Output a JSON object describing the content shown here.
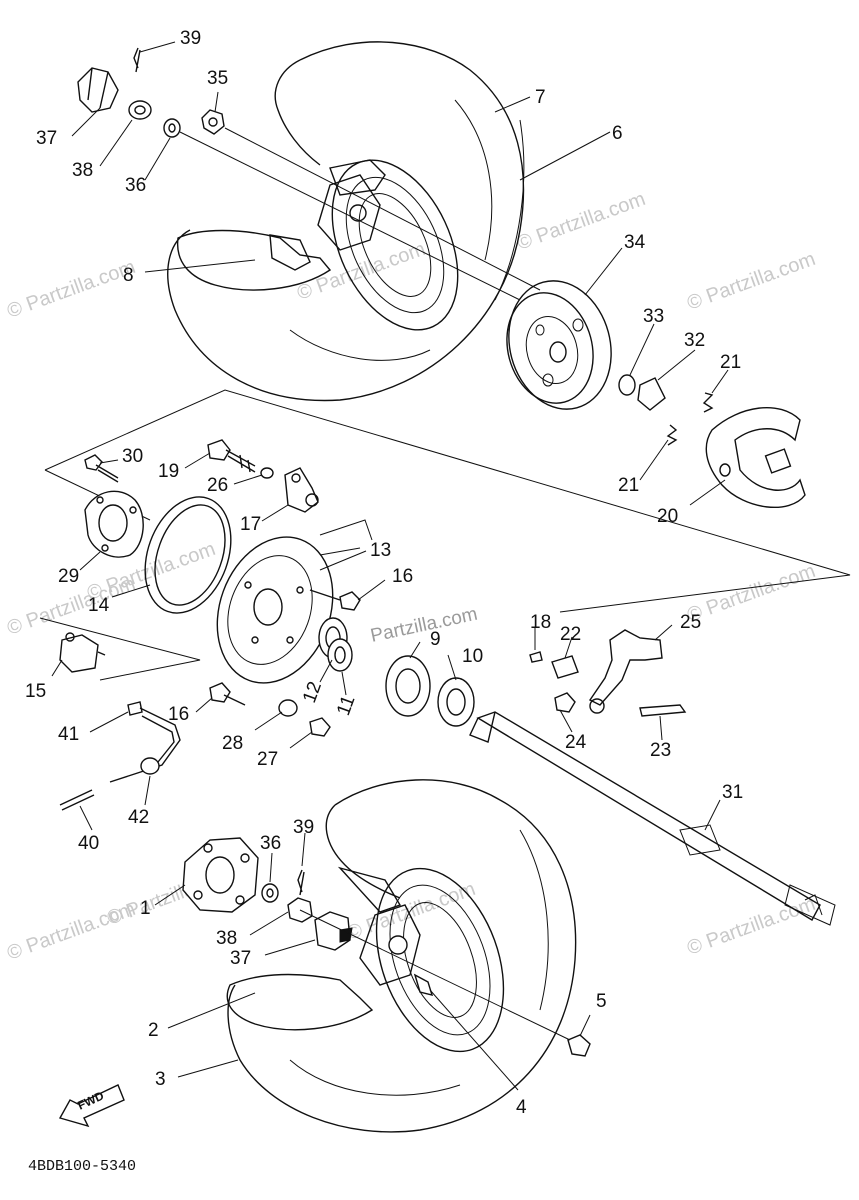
{
  "diagram_code": "4BDB100-5340",
  "fwd_label": "FWD",
  "watermark": "© Partzilla.com",
  "watermark_center": "Partzilla.com",
  "callouts": {
    "c1": "1",
    "c2": "2",
    "c3": "3",
    "c4": "4",
    "c5": "5",
    "c6": "6",
    "c7": "7",
    "c8": "8",
    "c9": "9",
    "c10": "10",
    "c11": "11",
    "c12": "12",
    "c13": "13",
    "c14": "14",
    "c15": "15",
    "c16a": "16",
    "c16b": "16",
    "c17": "17",
    "c18": "18",
    "c19": "19",
    "c20": "20",
    "c21a": "21",
    "c21b": "21",
    "c22": "22",
    "c23": "23",
    "c24": "24",
    "c25": "25",
    "c26": "26",
    "c27": "27",
    "c28": "28",
    "c29": "29",
    "c30": "30",
    "c31": "31",
    "c32": "32",
    "c33": "33",
    "c34": "34",
    "c35": "35",
    "c36a": "36",
    "c36b": "36",
    "c37a": "37",
    "c37b": "37",
    "c38a": "38",
    "c38b": "38",
    "c39a": "39",
    "c39b": "39",
    "c40": "40",
    "c41": "41",
    "c42": "42"
  }
}
